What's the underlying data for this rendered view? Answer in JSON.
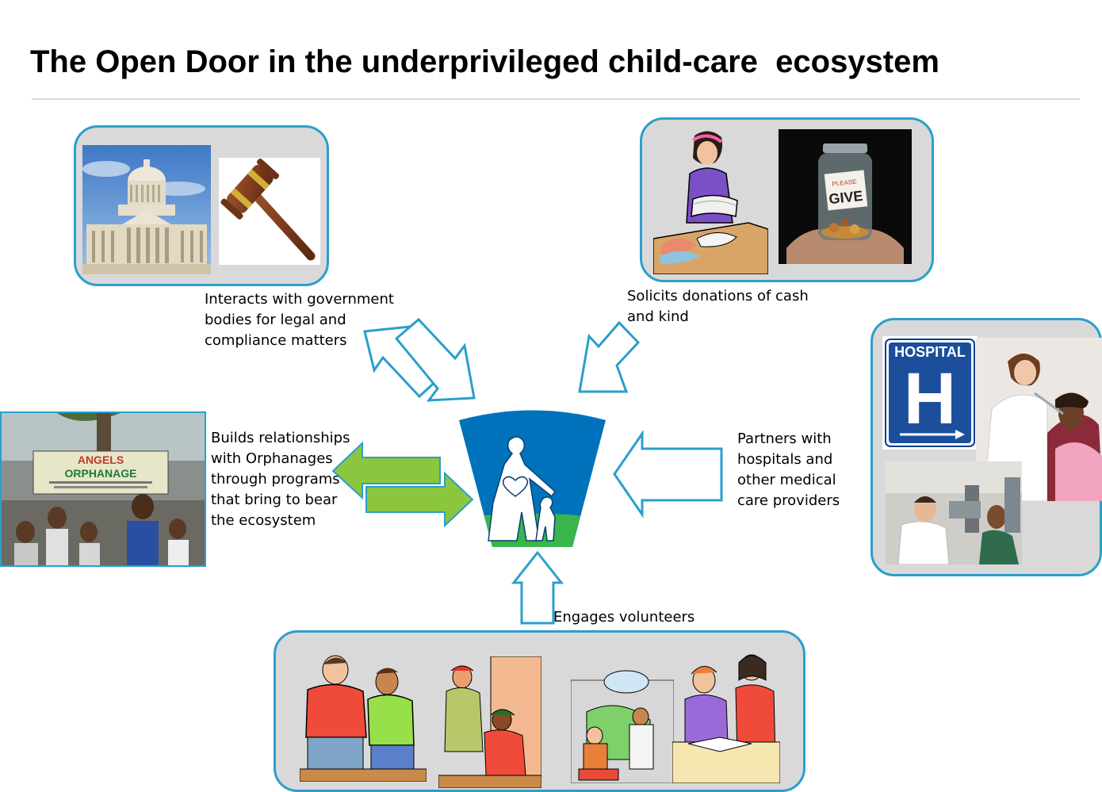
{
  "title": "The Open Door in the underprivileged child-care  ecosystem",
  "captions": {
    "government": "Interacts with government bodies for legal and compliance matters",
    "donations": "Solicits donations of cash and kind",
    "orphanages": "Builds relationships with Orphanages through programs that bring to bear the ecosystem",
    "hospitals": "Partners with hospitals and other medical care providers",
    "volunteers": "Engages volunteers"
  },
  "image_text": {
    "give_jar_top": "PLEASE",
    "give_jar_main": "GIVE",
    "hospital_sign": "HOSPITAL",
    "hospital_letter": "H",
    "orphanage_sign_1": "ANGELS",
    "orphanage_sign_2": "ORPHANAGE"
  },
  "colors": {
    "panel_border": "#2a9fcc",
    "panel_fill": "#d9d9d9",
    "arrow_outline": "#2a9fcc",
    "arrow_green": "#8cc63f",
    "logo_blue": "#0072bc",
    "logo_green": "#39b54a"
  }
}
